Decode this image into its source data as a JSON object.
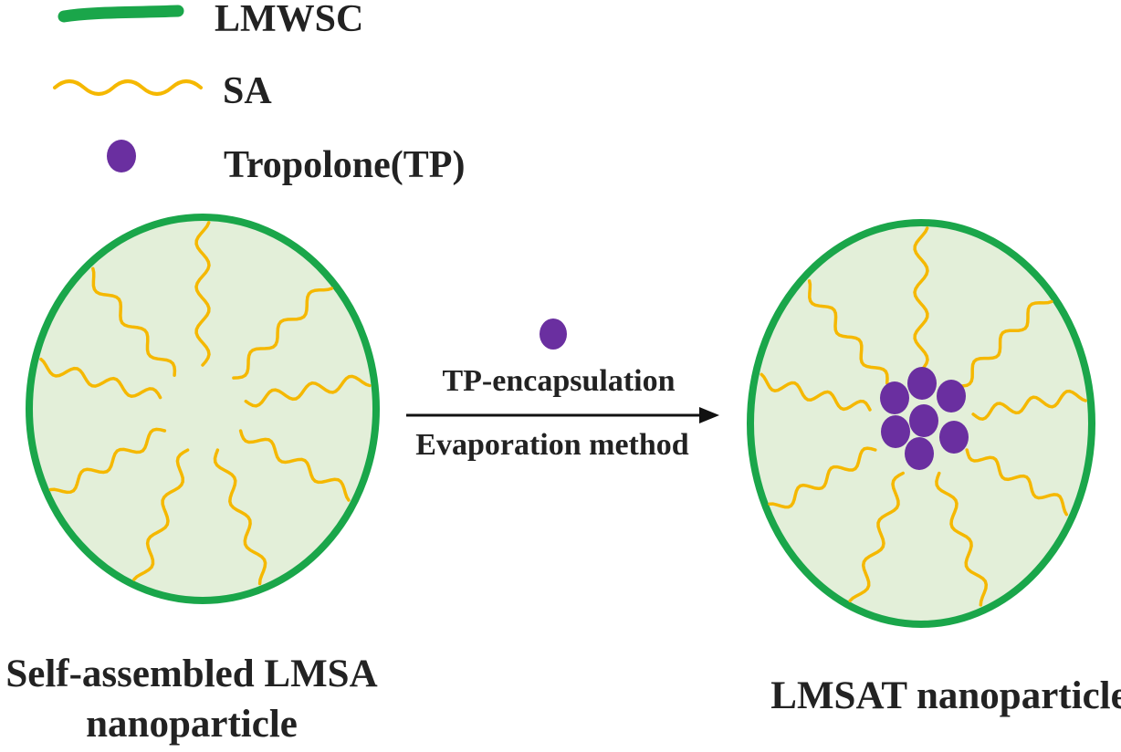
{
  "legend": {
    "items": [
      {
        "label": "LMWSC",
        "symbol": "green-strand-icon"
      },
      {
        "label": "SA",
        "symbol": "yellow-wavy-line-icon"
      },
      {
        "label": "Tropolone(TP)",
        "symbol": "purple-dot-icon"
      }
    ]
  },
  "process": {
    "step_top": "TP-encapsulation",
    "step_bottom": "Evaporation method"
  },
  "captions": {
    "left_line1": "Self-assembled LMSA",
    "left_line2": "nanoparticle",
    "right": "LMSAT nanoparticle"
  },
  "colors": {
    "chitosan": "#1aa64a",
    "stearic_acid": "#f5b800",
    "tropolone": "#6a2fa0",
    "particle_fill": "#e3efd9",
    "arrow": "#111111"
  }
}
